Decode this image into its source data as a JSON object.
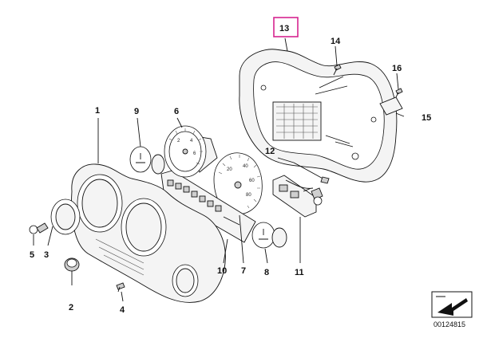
{
  "callouts": {
    "c1": "1",
    "c2": "2",
    "c3": "3",
    "c4": "4",
    "c5": "5",
    "c6": "6",
    "c7": "7",
    "c8": "8",
    "c9": "9",
    "c10": "10",
    "c11": "11",
    "c12": "12",
    "c13": "13",
    "c14": "14",
    "c15": "15",
    "c16": "16"
  },
  "highlight_color": "#d6248f",
  "reference_number": "00124815",
  "nav_icon": "arrow-stamp-icon"
}
